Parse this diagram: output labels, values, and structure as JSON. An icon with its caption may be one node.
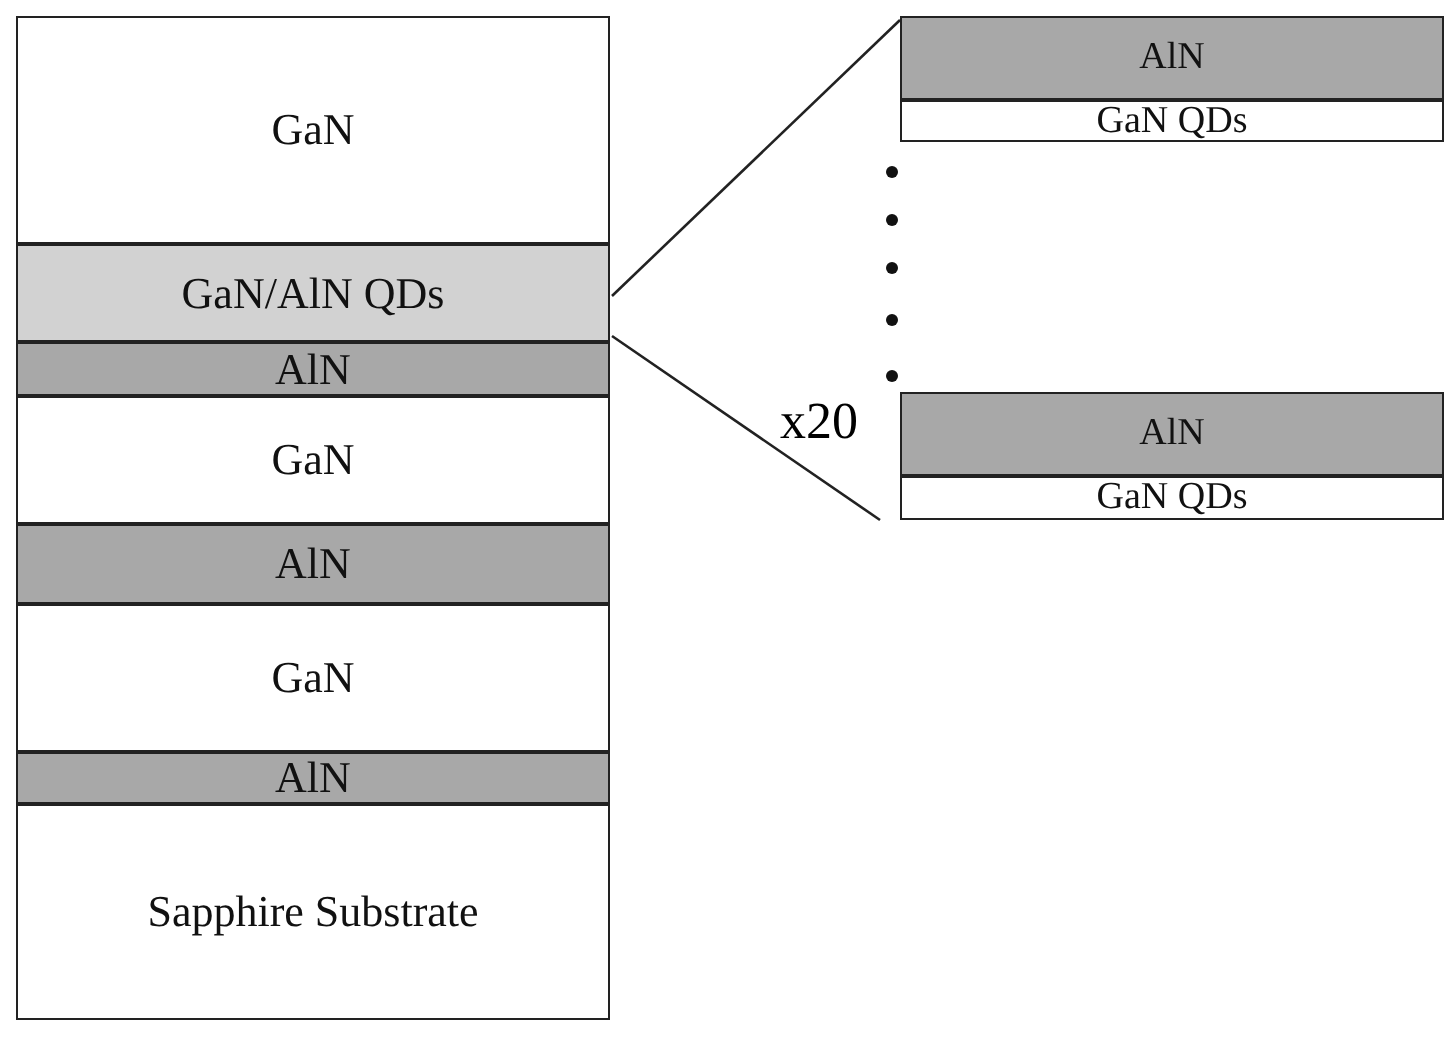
{
  "diagram": {
    "nodes": [
      {
        "text": [
          "GaN"
        ]
      },
      {
        "text": [
          "GaN/AlN QDs"
        ]
      },
      {
        "text": [
          "AlN"
        ]
      },
      {
        "text": [
          "GaN"
        ]
      },
      {
        "text": [
          "AlN"
        ]
      },
      {
        "text": [
          "GaN"
        ]
      },
      {
        "text": [
          "AlN"
        ]
      },
      {
        "text": [
          "Sapphire Substrate"
        ]
      },
      {
        "text": [
          "AlN"
        ]
      },
      {
        "text": [
          "GaN QDs"
        ]
      },
      {
        "text": [
          "AlN"
        ]
      },
      {
        "text": [
          "GaN QDs"
        ]
      }
    ],
    "edges": [
      {
        "from": 1,
        "to": 8,
        "arrow": "none"
      },
      {
        "from": 1,
        "to": 11,
        "arrow": "none"
      }
    ],
    "labels": [
      "x20"
    ]
  }
}
